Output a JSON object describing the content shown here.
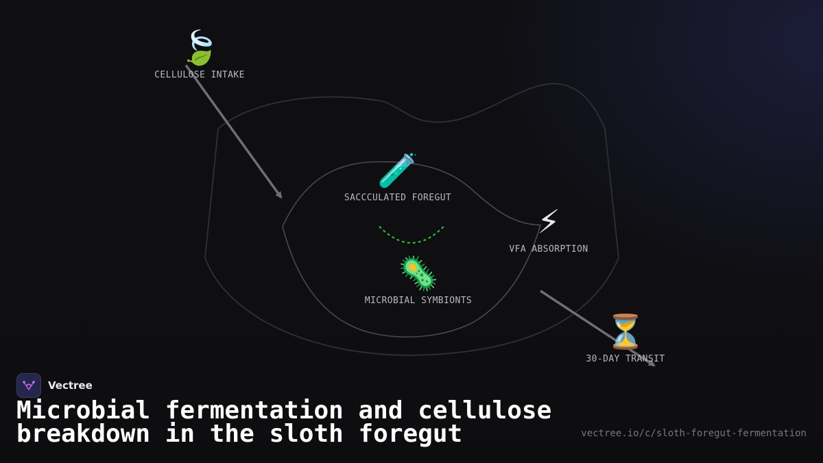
{
  "brand": {
    "name": "Vectree",
    "logo_icon": "vectree-logo-icon",
    "logo_color": "#a64fd9"
  },
  "title": "Microbial fermentation and cellulose breakdown in the sloth foregut",
  "url": "vectree.io/c/sloth-foregut-fermentation",
  "nodes": {
    "cellulose_intake": {
      "label": "CELLULOSE INTAKE",
      "icon": "leaf-icon",
      "glyph": "🍃"
    },
    "sacculated_foregut": {
      "label": "SACCCULATED FOREGUT",
      "icon": "test-tube-icon",
      "glyph": "🧪"
    },
    "microbial_symbionts": {
      "label": "MICROBIAL SYMBIONTS",
      "icon": "microbe-icon",
      "glyph": "🦠"
    },
    "vfa_absorption": {
      "label": "VFA ABSORPTION",
      "icon": "lightning-icon",
      "glyph": "⚡"
    },
    "transit": {
      "label": "30-DAY TRANSIT",
      "icon": "hourglass-icon",
      "glyph": "⏳"
    }
  },
  "colors": {
    "background": "#0f0f12",
    "outline": "#2d2d33",
    "inner_outline": "#48484f",
    "arrow": "#6e6e74",
    "dashed_link": "#22cc33"
  }
}
